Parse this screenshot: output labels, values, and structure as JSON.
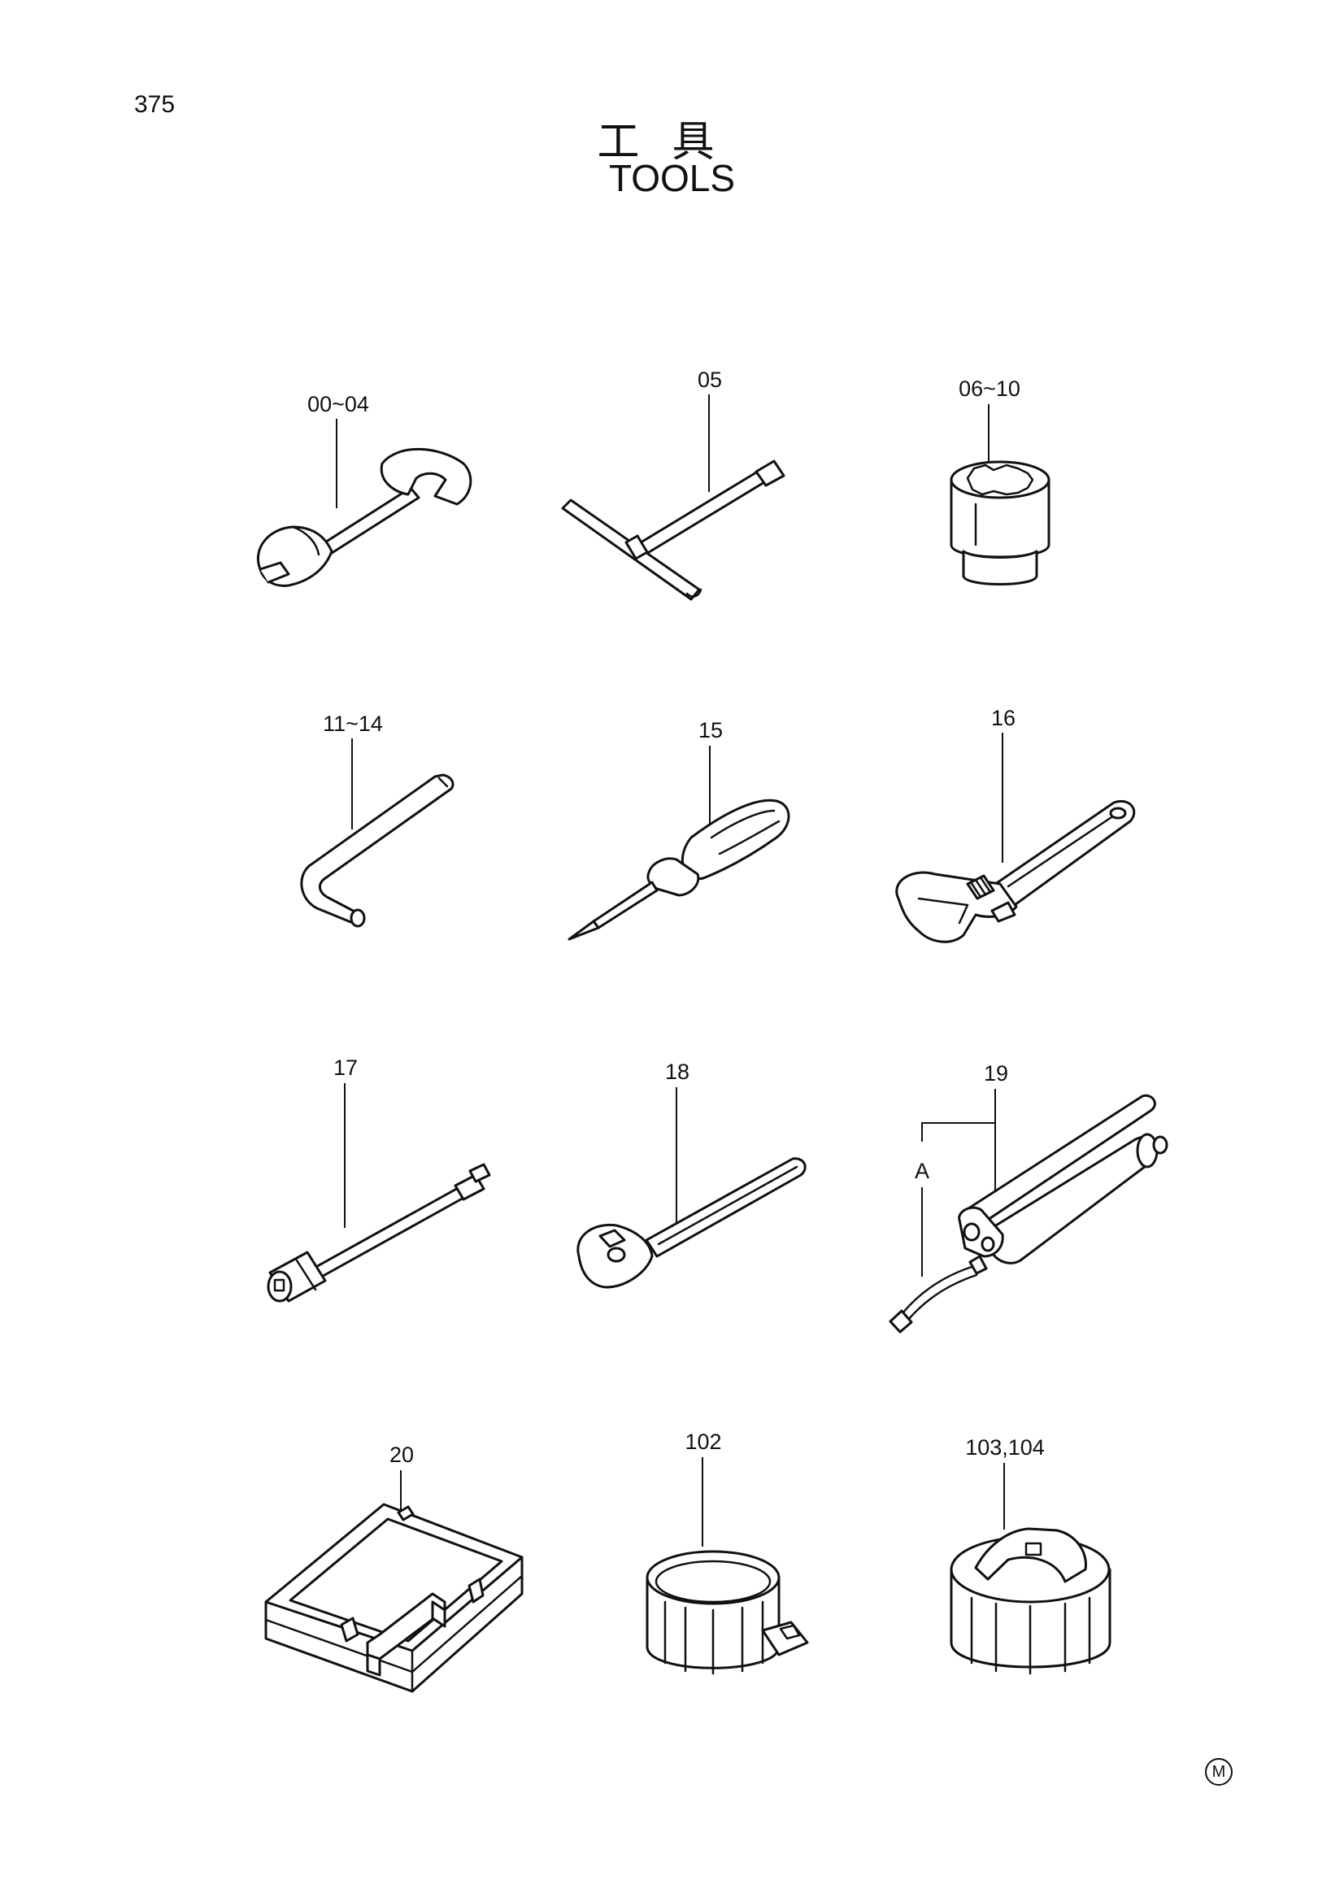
{
  "page": {
    "number": "375",
    "title_jp": "工具",
    "title_en": "TOOLS"
  },
  "parts": [
    {
      "label": "00~04",
      "icon": "open-end-wrench"
    },
    {
      "label": "05",
      "icon": "t-handle-box-wrench"
    },
    {
      "label": "06~10",
      "icon": "socket"
    },
    {
      "label": "11~14",
      "icon": "hex-key"
    },
    {
      "label": "15",
      "icon": "screwdriver"
    },
    {
      "label": "16",
      "icon": "adjustable-wrench"
    },
    {
      "label": "17",
      "icon": "extension-bar"
    },
    {
      "label": "18",
      "icon": "ratchet-handle"
    },
    {
      "label": "19",
      "icon": "grease-gun"
    },
    {
      "label": "20",
      "icon": "tool-box"
    },
    {
      "label": "102",
      "icon": "filter-wrench-band"
    },
    {
      "label": "103,104",
      "icon": "filter-wrench-cap"
    }
  ],
  "callouts": {
    "grease_gun_sub": "A"
  },
  "corner_mark": "M"
}
